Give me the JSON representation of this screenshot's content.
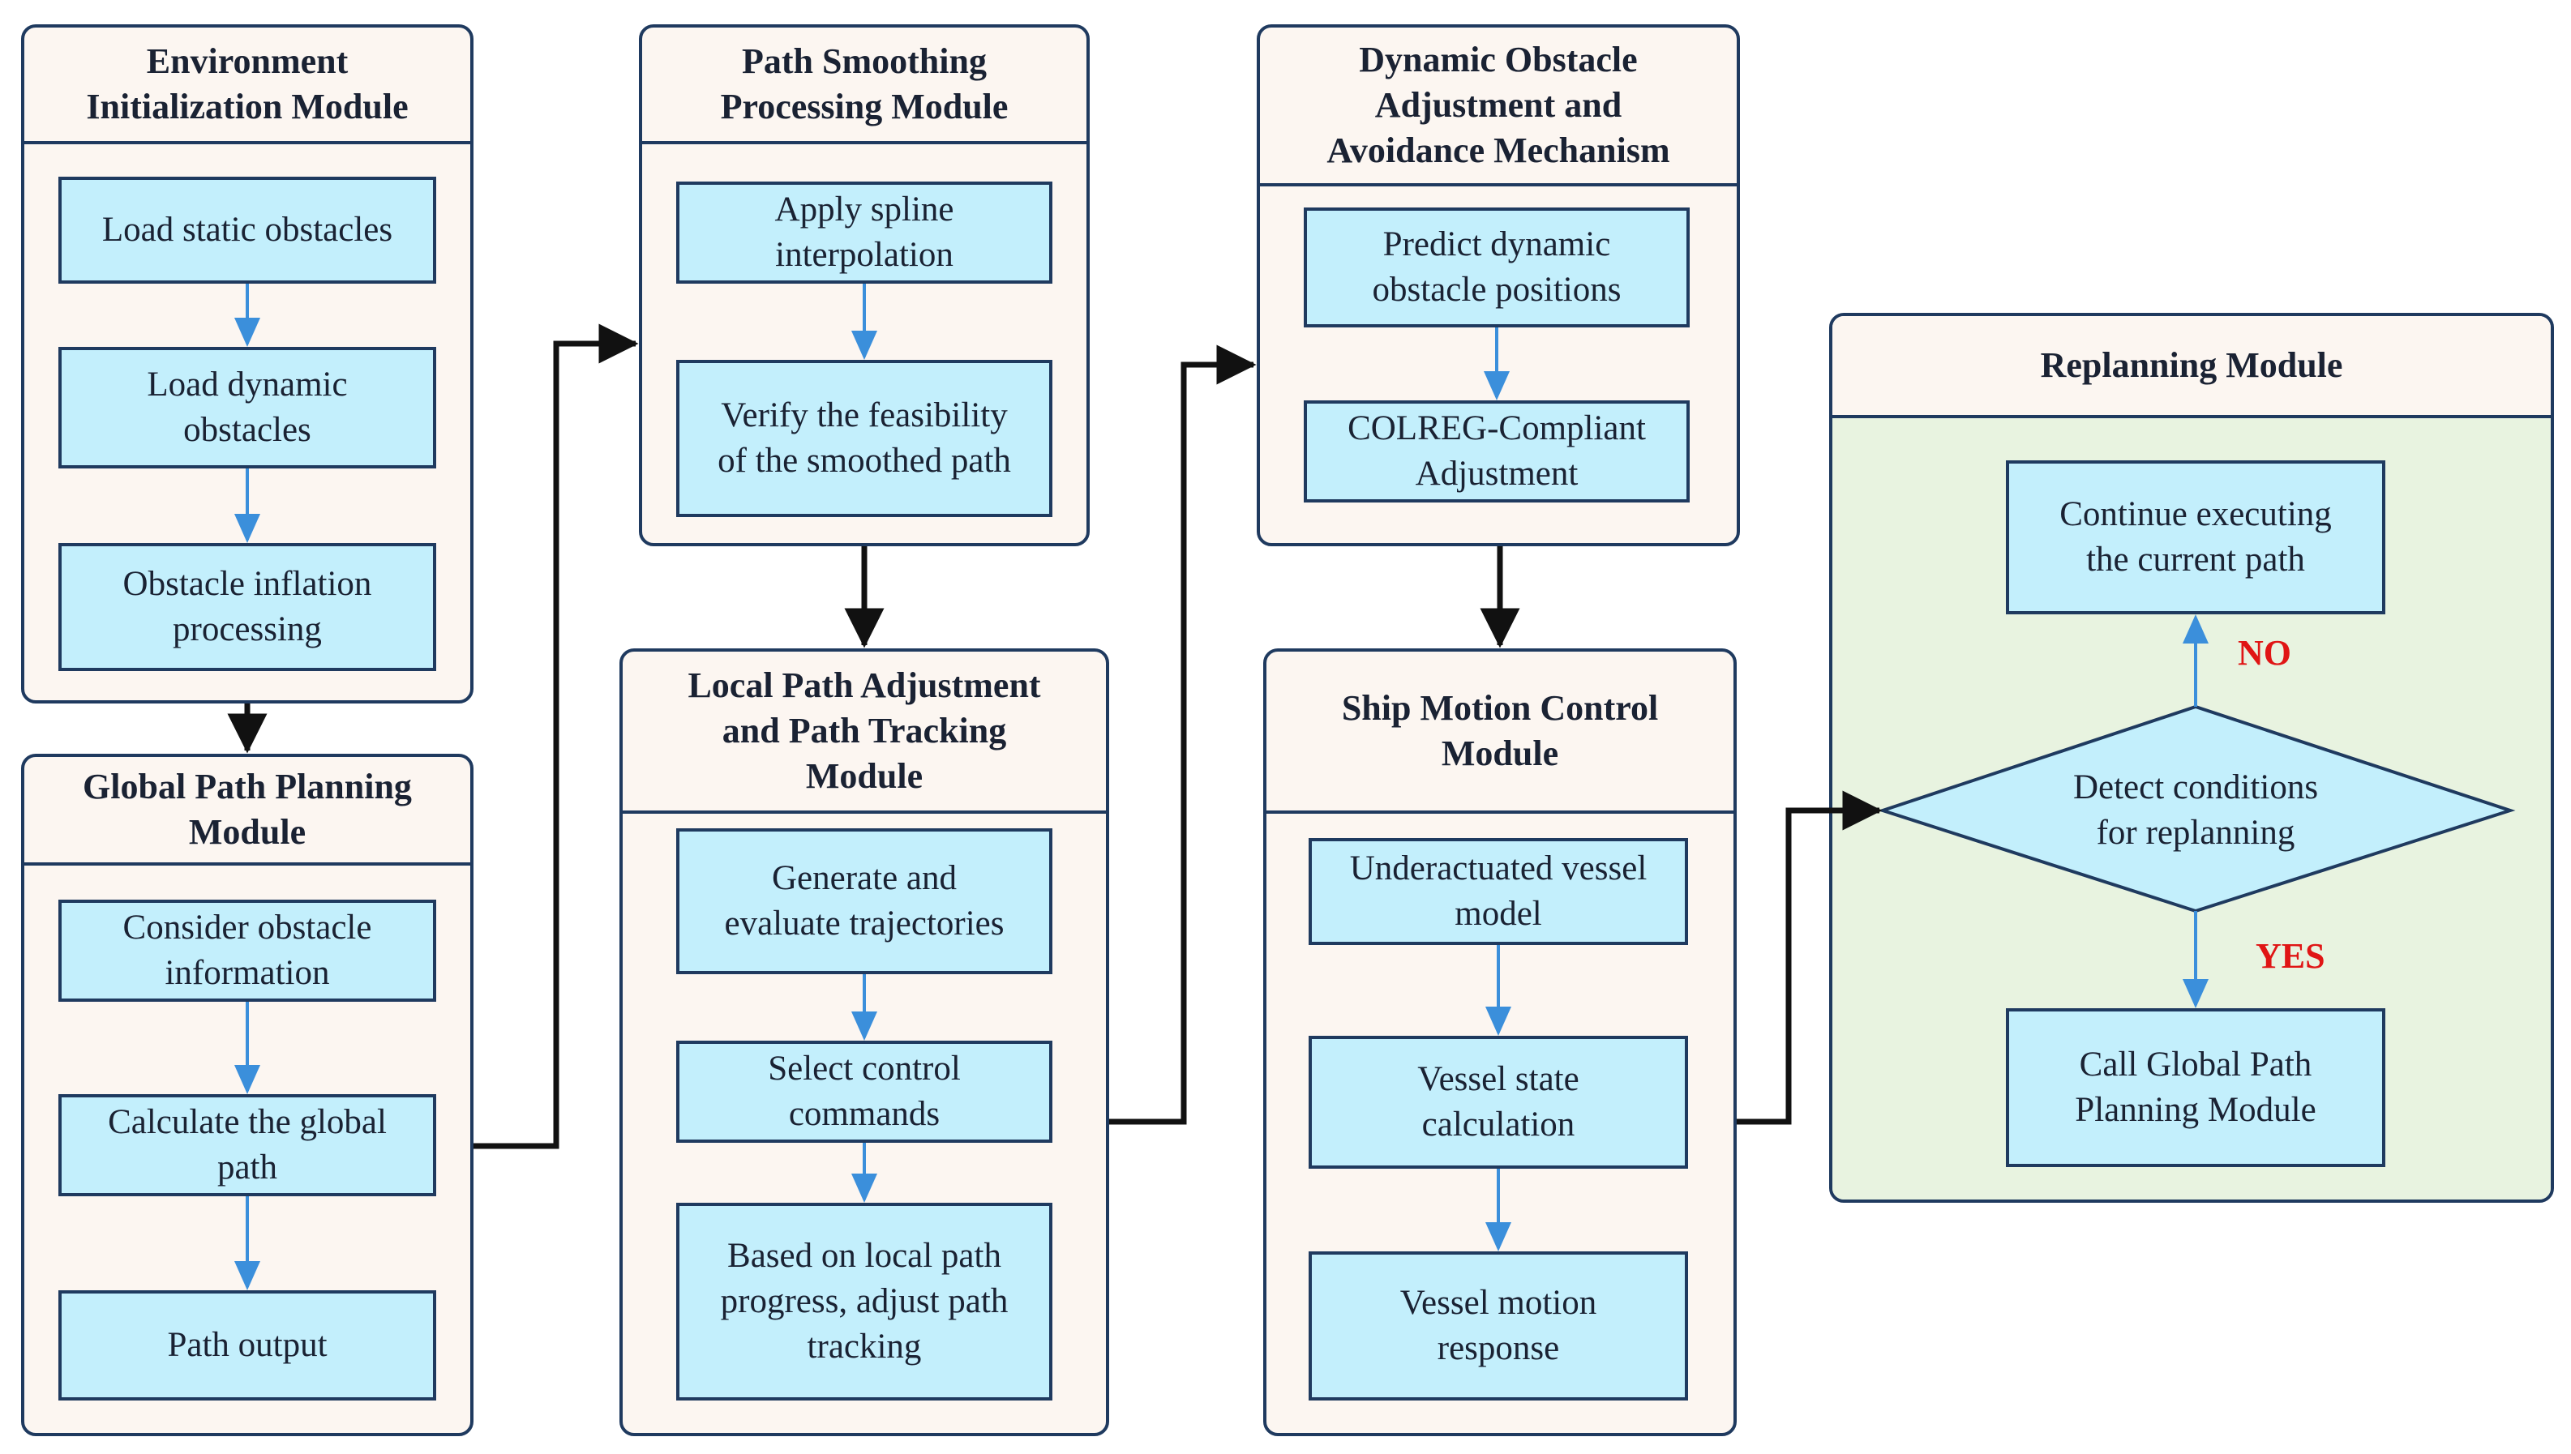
{
  "colors": {
    "module_border": "#1f3a5f",
    "module_fill": "#fcf6f1",
    "step_fill": "#c3effc",
    "replan_fill": "#e8f3e0",
    "blue_arrow": "#3b8fdb",
    "black_arrow": "#111111",
    "label_red": "#e01515"
  },
  "modules": {
    "env": {
      "title": "Environment\nInitialization Module",
      "steps": [
        "Load static obstacles",
        "Load dynamic\nobstacles",
        "Obstacle inflation\nprocessing"
      ]
    },
    "global": {
      "title": "Global Path Planning\nModule",
      "steps": [
        "Consider obstacle\ninformation",
        "Calculate the global\npath",
        "Path output"
      ]
    },
    "smooth": {
      "title": "Path Smoothing\nProcessing Module",
      "steps": [
        "Apply spline\ninterpolation",
        "Verify the feasibility\nof the smoothed path"
      ]
    },
    "local": {
      "title": "Local Path Adjustment\nand Path Tracking\nModule",
      "steps": [
        "Generate and\nevaluate trajectories",
        "Select control\ncommands",
        "Based on local path\nprogress, adjust path\ntracking"
      ]
    },
    "dynamic": {
      "title": "Dynamic Obstacle\nAdjustment and\nAvoidance Mechanism",
      "steps": [
        "Predict dynamic\nobstacle positions",
        "COLREG-Compliant\nAdjustment"
      ]
    },
    "ship": {
      "title": "Ship Motion Control\nModule",
      "steps": [
        "Underactuated vessel\nmodel",
        "Vessel state\ncalculation",
        "Vessel motion\nresponse"
      ]
    },
    "replan": {
      "title": "Replanning  Module",
      "continue_step": "Continue executing\nthe current path",
      "decision": "Detect conditions\nfor replanning",
      "call_step": "Call Global Path\nPlanning Module",
      "no_label": "NO",
      "yes_label": "YES"
    }
  }
}
